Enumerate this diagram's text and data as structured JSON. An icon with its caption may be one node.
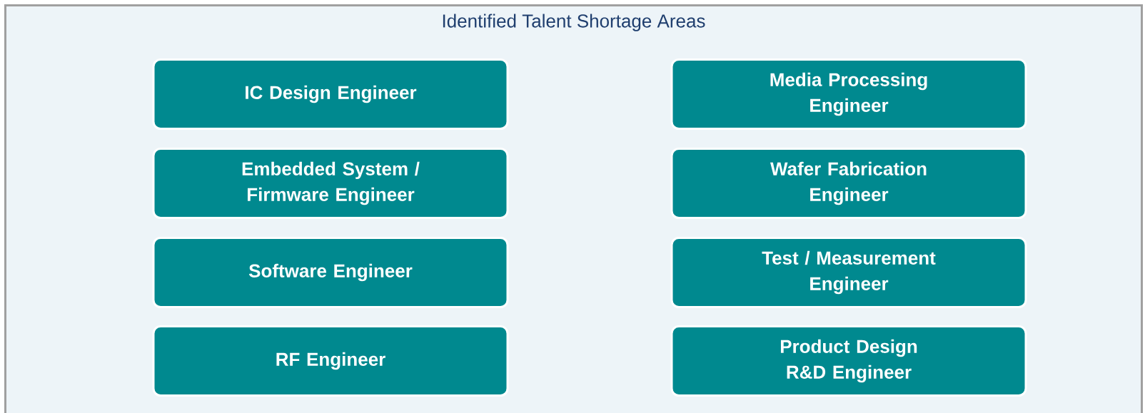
{
  "diagram": {
    "nodes": [
      {
        "text": [
          "Identified Talent Shortage Areas"
        ]
      },
      {
        "text": [
          "IC Design Engineer"
        ],
        "in": 0
      },
      {
        "text": [
          "Media Processing Engineer"
        ],
        "in": 0
      },
      {
        "text": [
          "Embedded System / Firmware Engineer"
        ],
        "in": 0
      },
      {
        "text": [
          "Wafer Fabrication Engineer"
        ],
        "in": 0
      },
      {
        "text": [
          "Software Engineer"
        ],
        "in": 0
      },
      {
        "text": [
          "Test / Measurement Engineer"
        ],
        "in": 0
      },
      {
        "text": [
          "RF Engineer"
        ],
        "in": 0
      },
      {
        "text": [
          "Product Design R&D Engineer"
        ],
        "in": 0
      }
    ]
  }
}
